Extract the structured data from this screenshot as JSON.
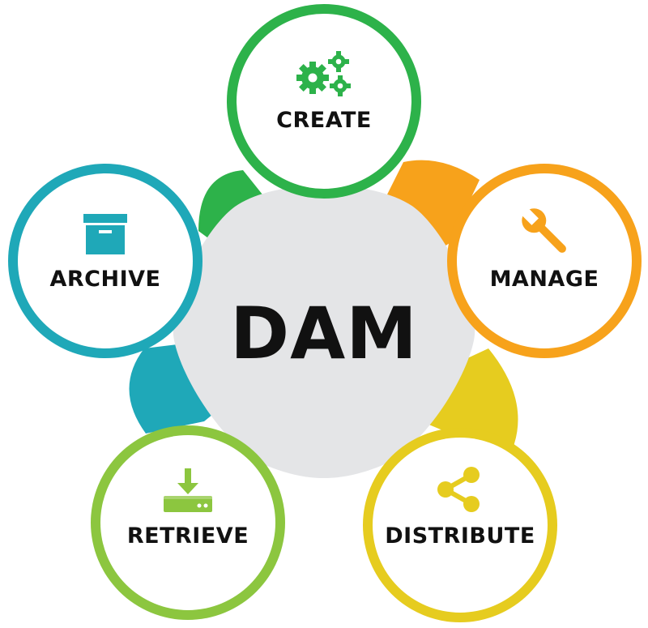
{
  "center": {
    "label": "DAM",
    "color": "#e4e5e7"
  },
  "nodes": [
    {
      "id": "create",
      "label": "CREATE",
      "icon": "gears-icon",
      "color": "#2db24a"
    },
    {
      "id": "manage",
      "label": "MANAGE",
      "icon": "wrench-icon",
      "color": "#f7a21b"
    },
    {
      "id": "distribute",
      "label": "DISTRIBUTE",
      "icon": "share-icon",
      "color": "#e6cc1f"
    },
    {
      "id": "retrieve",
      "label": "RETRIEVE",
      "icon": "download-icon",
      "color": "#8cc63f"
    },
    {
      "id": "archive",
      "label": "ARCHIVE",
      "icon": "archive-box-icon",
      "color": "#1fa8b8"
    }
  ]
}
